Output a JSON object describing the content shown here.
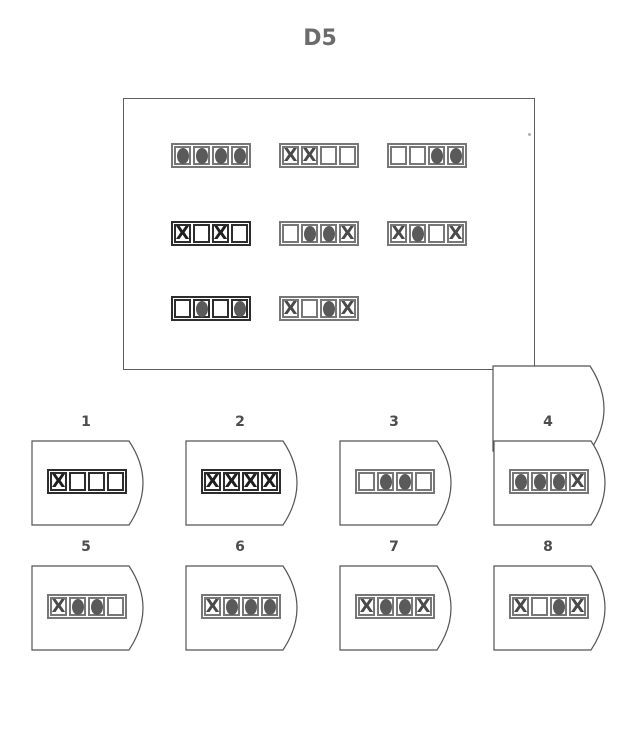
{
  "title": "D5",
  "matrix": {
    "rows": [
      [
        {
          "cells": [
            "dot",
            "dot",
            "dot",
            "dot"
          ],
          "dark": false
        },
        {
          "cells": [
            "x",
            "x",
            "blank",
            "blank"
          ],
          "dark": false
        },
        {
          "cells": [
            "blank",
            "blank",
            "dot",
            "dot"
          ],
          "dark": false
        }
      ],
      [
        {
          "cells": [
            "x",
            "blank",
            "x",
            "blank"
          ],
          "dark": true
        },
        {
          "cells": [
            "blank",
            "dot",
            "dot",
            "x"
          ],
          "dark": false
        },
        {
          "cells": [
            "x",
            "dot",
            "blank",
            "x"
          ],
          "dark": false
        }
      ],
      [
        {
          "cells": [
            "blank",
            "dot",
            "blank",
            "dot"
          ],
          "dark": true
        },
        {
          "cells": [
            "x",
            "blank",
            "dot",
            "x"
          ],
          "dark": false
        },
        {
          "missing": true
        }
      ]
    ]
  },
  "options": [
    {
      "number": "1",
      "cells": [
        "x",
        "blank",
        "blank",
        "blank"
      ],
      "dark": true
    },
    {
      "number": "2",
      "cells": [
        "x",
        "x",
        "x",
        "x"
      ],
      "dark": true
    },
    {
      "number": "3",
      "cells": [
        "blank",
        "dot",
        "dot",
        "blank"
      ],
      "dark": false
    },
    {
      "number": "4",
      "cells": [
        "dot",
        "dot",
        "dot",
        "x"
      ],
      "dark": false
    },
    {
      "number": "5",
      "cells": [
        "x",
        "dot",
        "dot",
        "blank"
      ],
      "dark": false
    },
    {
      "number": "6",
      "cells": [
        "x",
        "dot",
        "dot",
        "dot"
      ],
      "dark": false
    },
    {
      "number": "7",
      "cells": [
        "x",
        "dot",
        "dot",
        "x"
      ],
      "dark": false
    },
    {
      "number": "8",
      "cells": [
        "x",
        "blank",
        "dot",
        "x"
      ],
      "dark": false
    }
  ],
  "x_glyph": "X"
}
